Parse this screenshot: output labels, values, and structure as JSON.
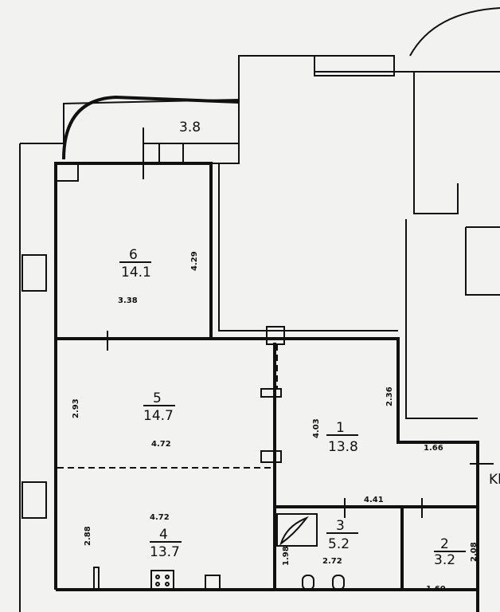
{
  "plan": {
    "balcony": {
      "area": "3.8"
    },
    "rooms": [
      {
        "number": "6",
        "area": "14.1",
        "dims": [
          "3.38",
          "4.29"
        ]
      },
      {
        "number": "5",
        "area": "14.7",
        "dims": [
          "4.72",
          "2.93"
        ]
      },
      {
        "number": "4",
        "area": "13.7",
        "dims": [
          "4.72",
          "2.88"
        ]
      },
      {
        "number": "1",
        "area": "13.8",
        "dims": [
          "4.41",
          "4.03",
          "2.36",
          "1.66"
        ]
      },
      {
        "number": "3",
        "area": "5.2",
        "dims": [
          "2.72",
          "1.98"
        ]
      },
      {
        "number": "2",
        "area": "3.2",
        "dims": [
          "1.60",
          "2.08"
        ]
      }
    ],
    "edge_label": "Kl"
  }
}
